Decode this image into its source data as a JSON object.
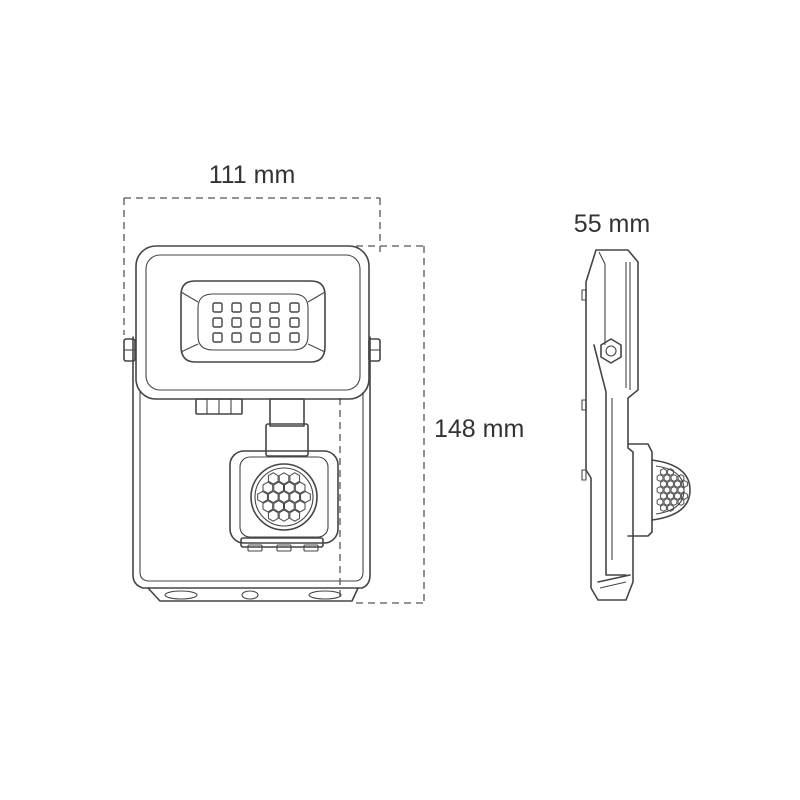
{
  "dimensions": {
    "width": "111 mm",
    "height": "148 mm",
    "depth": "55 mm"
  },
  "colors": {
    "line": "#454545",
    "text": "#333333",
    "background": "#ffffff"
  }
}
